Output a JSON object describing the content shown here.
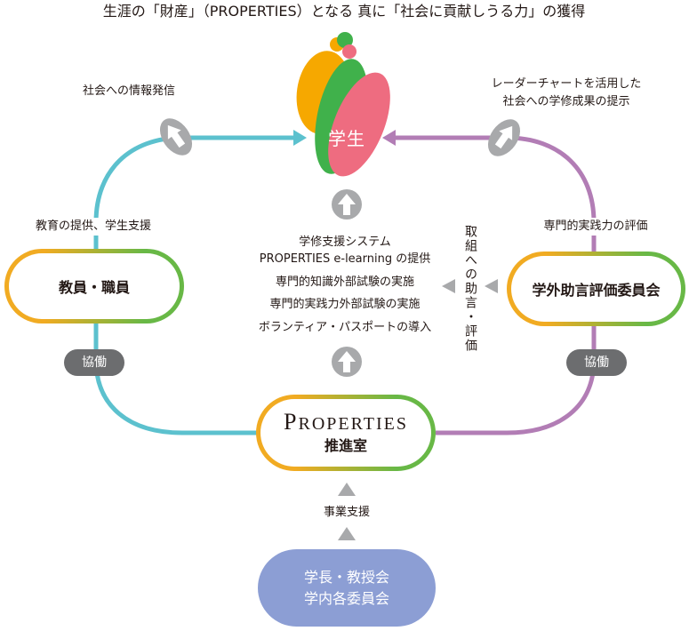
{
  "title": "生涯の「財産」（PROPERTIES）となる 真に「社会に貢献しうる力」の獲得",
  "student": {
    "label": "学生"
  },
  "left_side": {
    "outreach_caption": "社会への情報発信",
    "flow_label": "教育の提供、学生支援",
    "node_label": "教員・職員",
    "badge": "協働"
  },
  "right_side": {
    "outreach_caption": [
      "レーダーチャートを活用した",
      "社会への学修成果の提示"
    ],
    "flow_label": "専門的実践力の評価",
    "node_label": "学外助言評価委員会",
    "badge": "協働"
  },
  "initiatives": [
    "学修支援システム",
    "PROPERTIES e-learning の提供",
    "専門的知識外部試験の実施",
    "専門的実践力外部試験の実施",
    "ボランティア・パスポートの導入"
  ],
  "advice_label": "取組への助言・評価",
  "office": {
    "name": "PROPERTIES",
    "unit": "推進室"
  },
  "support_label": "事業支援",
  "leadership": [
    "学長・教授会",
    "学内各委員会"
  ],
  "icons": {
    "outreach": "upload-disc-icon",
    "flow_up": "up-arrow-circle-icon",
    "pointer": "triangle-icon"
  },
  "colors": {
    "left_loop": "#5cc1ce",
    "right_loop": "#b27db5",
    "node_border_start": "#f1ab22",
    "node_border_end": "#68b846",
    "badge": "#6c6d6f",
    "arrow_gray": "#a8a9ab",
    "leadership_fill": "#8c9ed4",
    "logo_orange": "#f6a800",
    "logo_green": "#40b14b",
    "logo_pink": "#ee6c80"
  }
}
